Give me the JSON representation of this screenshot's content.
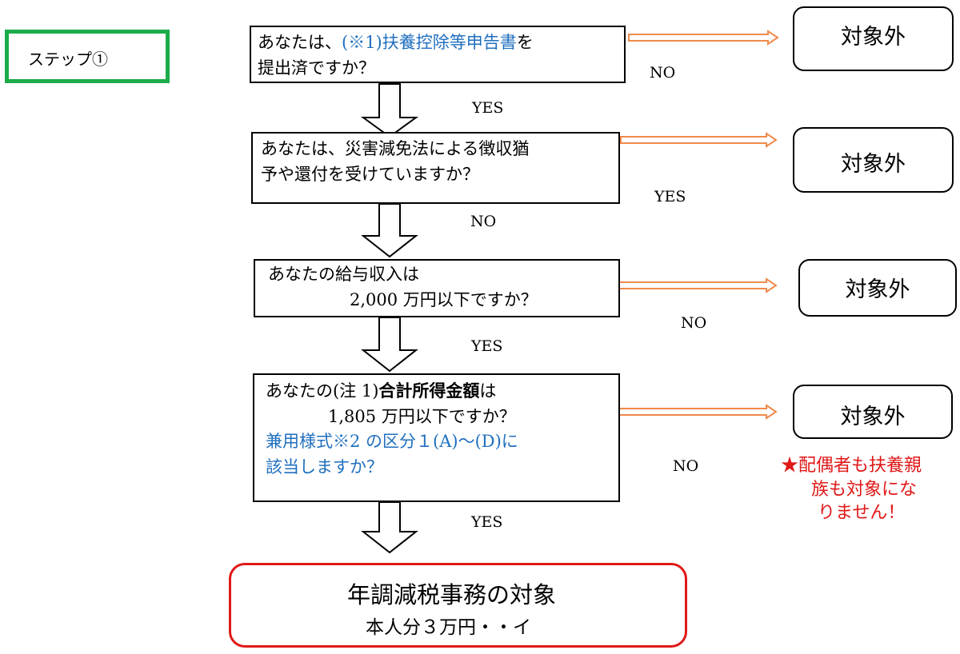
{
  "step": {
    "label": "ステップ①"
  },
  "q1": {
    "pre": "あなたは、",
    "link": "(※1)扶養控除等申告書",
    "post": "を",
    "line2": "提出済ですか？",
    "yes": "YES",
    "no": "NO"
  },
  "q2": {
    "line1": "あなたは、災害減免法による徴収猶",
    "line2": "予や還付を受けていますか？",
    "yes": "YES",
    "no": "NO"
  },
  "q3": {
    "line1": "あなたの給与収入は",
    "line2": "2,000 万円以下ですか？",
    "yes": "YES",
    "no": "NO"
  },
  "q4": {
    "pre": "あなたの(注 1)",
    "bold": "合計所得金額",
    "post": "は",
    "line2": "1,805 万円以下ですか？",
    "line3": "兼用様式※2 の区分１(A)～(D)に",
    "line4": "該当しますか？",
    "yes": "YES",
    "no": "NO"
  },
  "outcomes": [
    "対象外",
    "対象外",
    "対象外",
    "対象外"
  ],
  "note": {
    "line1": "★配偶者も扶養親",
    "line2": "族も対象にな",
    "line3": "りません！"
  },
  "final": {
    "title": "年調減税事務の対象",
    "subtitle": "本人分３万円・・イ"
  },
  "colors": {
    "arrow_orange": "#f08a4b",
    "step_green": "#1aab4b",
    "final_red": "#e01818",
    "link_blue": "#1f6fbf"
  }
}
